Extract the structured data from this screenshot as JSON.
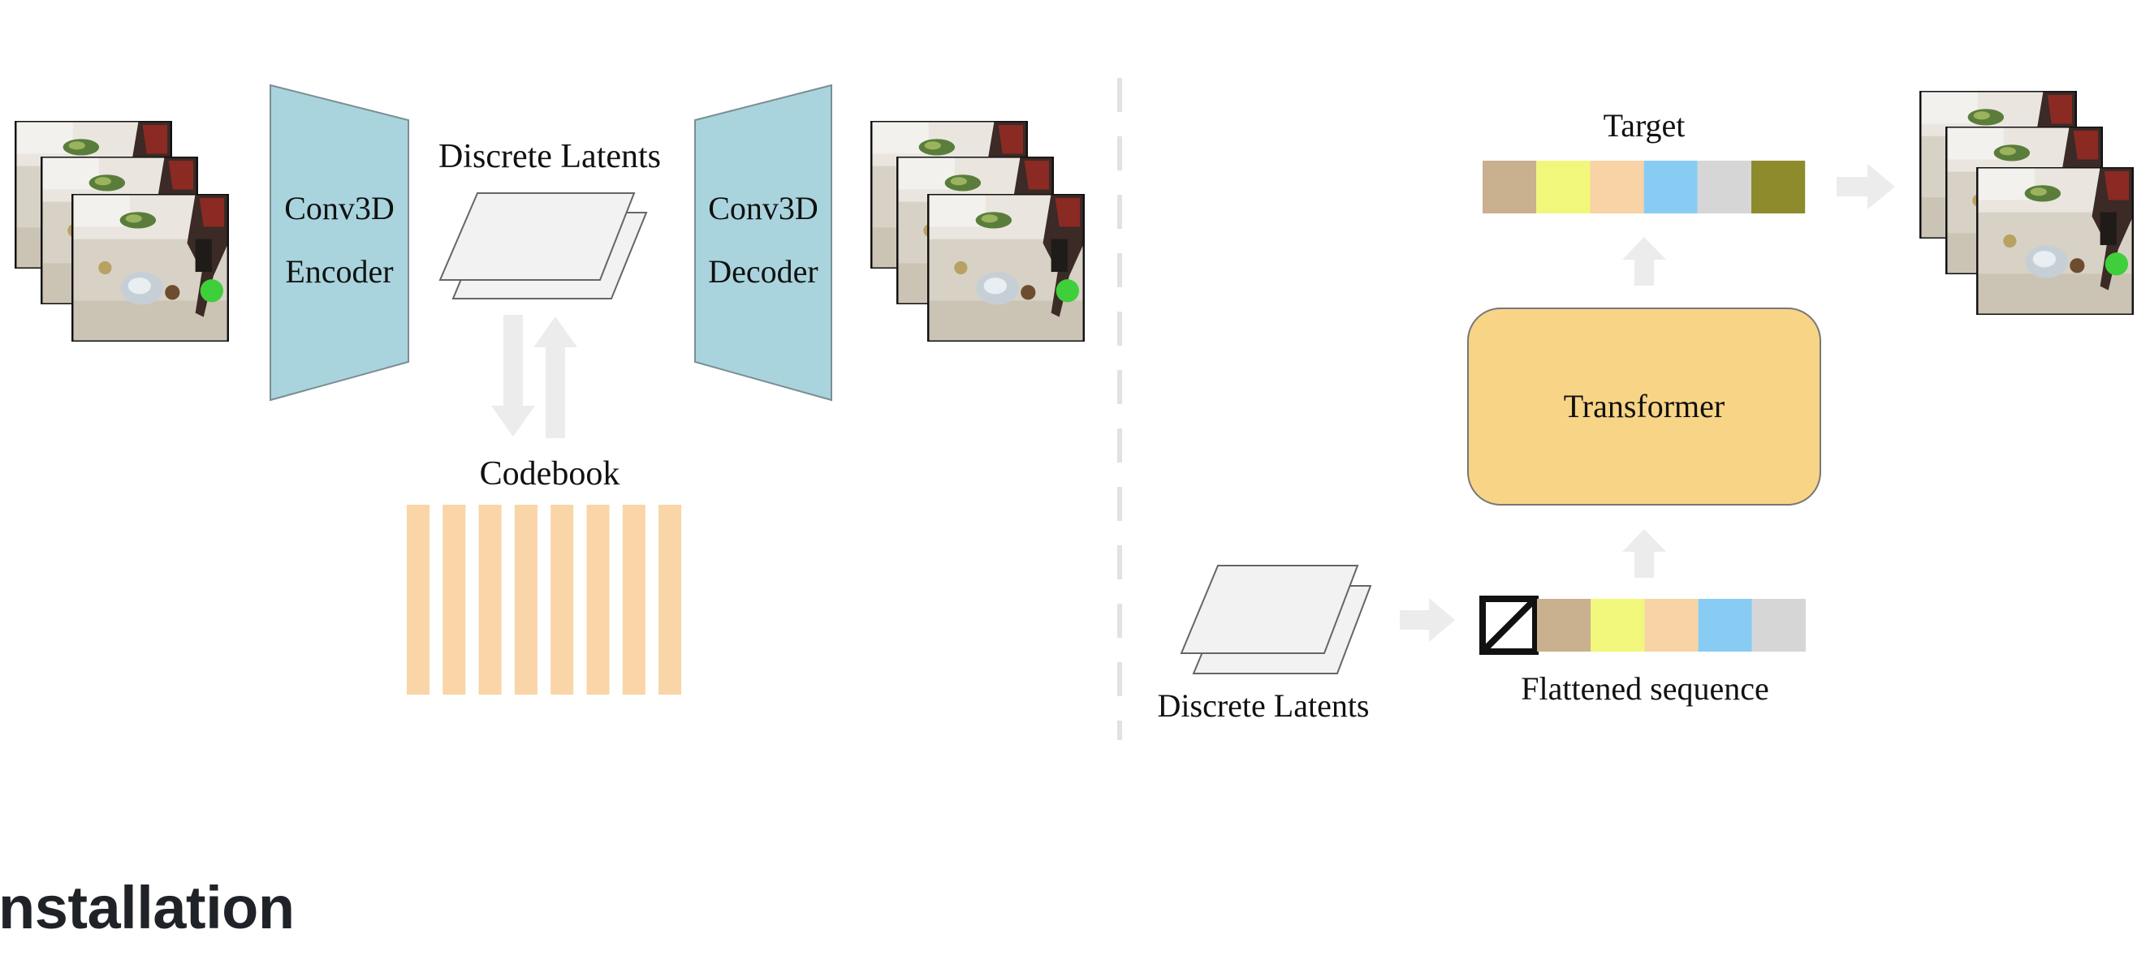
{
  "diagram": {
    "left": {
      "encoder_lines": [
        "Conv3D",
        "Encoder"
      ],
      "latents_label": "Discrete Latents",
      "codebook_label": "Codebook",
      "decoder_lines": [
        "Conv3D",
        "Decoder"
      ]
    },
    "right": {
      "target_label": "Target",
      "transformer_label": "Transformer",
      "latents_label": "Discrete Latents",
      "sequence_label": "Flattened sequence"
    },
    "colors": {
      "conv_block": "#a9d4dd",
      "codebook_bar": "#f9d5a7",
      "transformer": "#f8d486",
      "arrow": "#ececec",
      "token_tan": "#c9b08f",
      "token_yellow": "#f1f77a",
      "token_peach": "#f8d3a5",
      "token_blue": "#89ccf3",
      "token_gray": "#d6d6d6",
      "token_olive": "#8d8b2c"
    }
  },
  "page": {
    "heading": "nstallation"
  }
}
